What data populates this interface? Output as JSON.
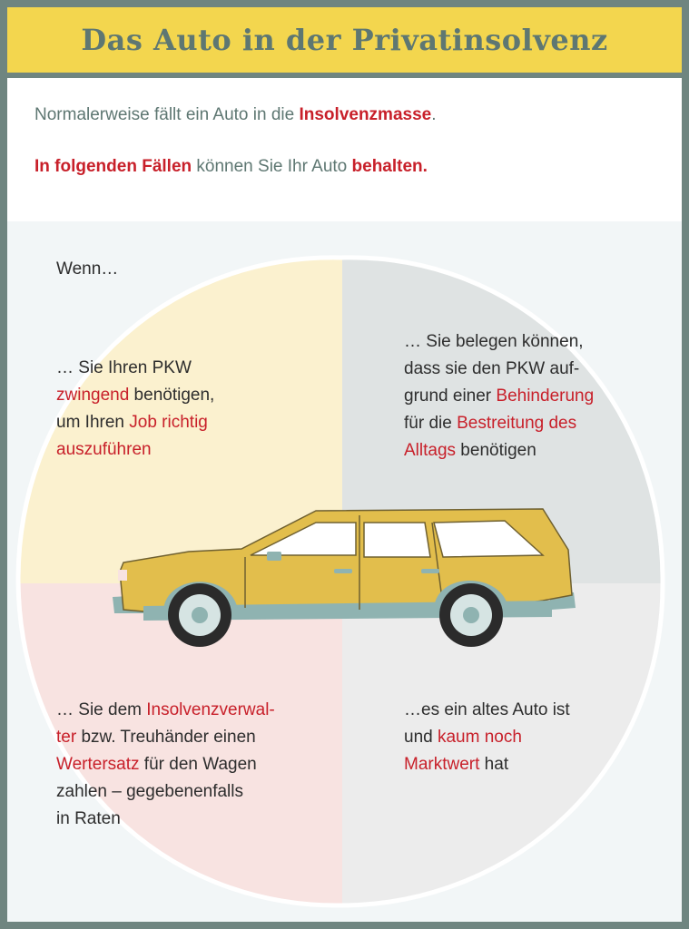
{
  "title": "Das Auto in der Privatinsolvenz",
  "intro": {
    "line1": {
      "text": "Normalerweise fällt ein Auto in die ",
      "highlight": "Insolvenzmasse",
      "end": "."
    },
    "line2": {
      "part1": "In folgenden Fällen",
      "part2": " können Sie Ihr Auto ",
      "part3": "behalten."
    }
  },
  "lead": "Wenn…",
  "q1": {
    "l1": "… Sie Ihren PKW",
    "l2a": "zwingend",
    "l2b": " benötigen,",
    "l3a": "um Ihren ",
    "l3b": "Job richtig",
    "l4": "auszuführen"
  },
  "q2": {
    "l1": "… Sie belegen können,",
    "l2": "dass sie den PKW auf-",
    "l3a": "grund einer ",
    "l3b": "Behinderung",
    "l4a": "für die ",
    "l4b": "Bestreitung des",
    "l5a": "Alltags",
    "l5b": " benötigen"
  },
  "q3": {
    "l1a": "… Sie dem ",
    "l1b": "Insolvenzverwal-",
    "l2a": "ter",
    "l2b": " bzw. Treuhänder einen",
    "l3a": "Wertersatz",
    "l3b": " für den Wagen",
    "l4": "zahlen – gegebenenfalls",
    "l5": "in Raten"
  },
  "q4": {
    "l1": "…es ein altes Auto ist",
    "l2a": "und ",
    "l2b": "kaum noch",
    "l3a": "Marktwert",
    "l3b": " hat"
  },
  "colors": {
    "frame": "#6f8580",
    "title_bg": "#f3d64e",
    "accent_red": "#c8202a",
    "q1": "#fbf1cf",
    "q2": "#dfe3e3",
    "q3": "#f8e3e1",
    "q4": "#ececec",
    "car_body": "#e2be4c",
    "car_trim": "#8fb3b1"
  },
  "icons": {
    "car": "station-wagon-car-icon"
  }
}
